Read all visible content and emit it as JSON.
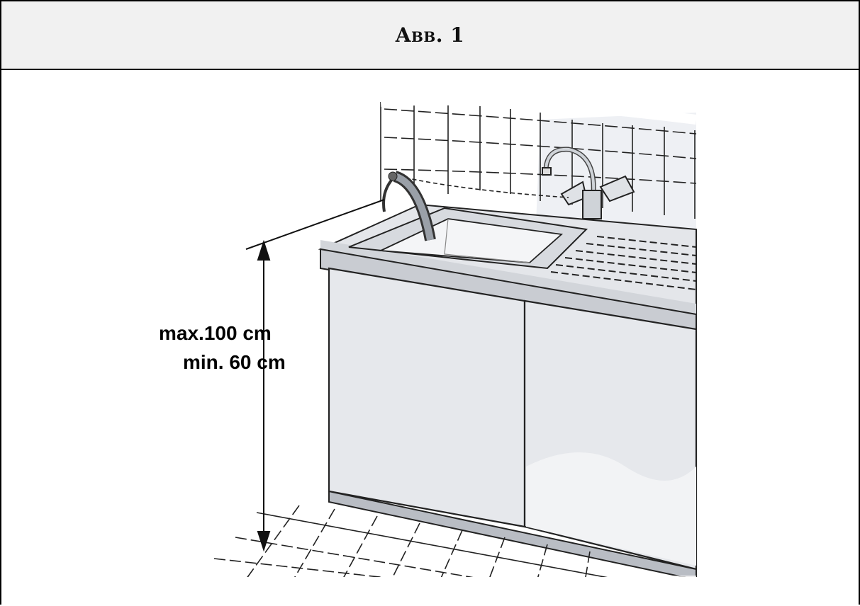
{
  "header": {
    "title": "Abb. 1"
  },
  "figure": {
    "dimension_max": "max.100 cm",
    "dimension_min": "min. 60 cm"
  }
}
